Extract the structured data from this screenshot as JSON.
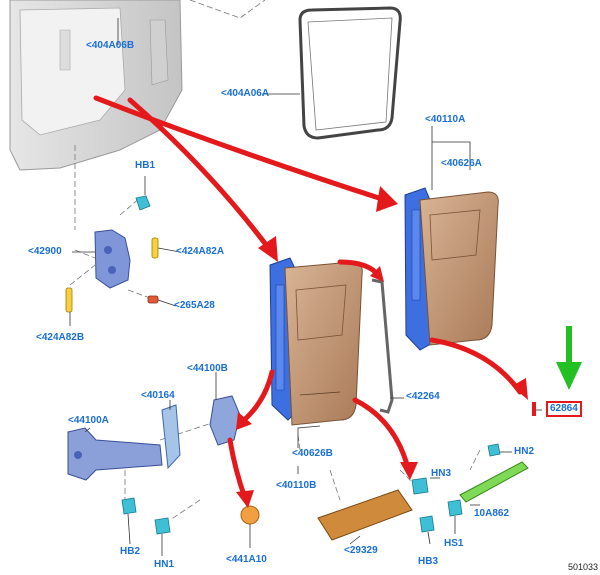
{
  "figure_id": "501033",
  "callouts": {
    "c404A06B": "<404A06B",
    "c404A06A": "<404A06A",
    "c40110A_top": "<40110A",
    "c40626A": "<40626A",
    "cHB1": "HB1",
    "c42900": "<42900",
    "c424A82A": "<424A82A",
    "c424A82B": "<424A82B",
    "c265A28": "<265A28",
    "c44100B": "<44100B",
    "c40164": "<40164",
    "c44100A": "<44100A",
    "cHB2": "HB2",
    "cHN1": "HN1",
    "c441A10": "<441A10",
    "c40626B": "<40626B",
    "c40110B": "<40110B",
    "c42264": "<42264",
    "c62864": "62864",
    "cHN2": "HN2",
    "cHN3": "HN3",
    "c10A862": "10A862",
    "cHS1": "HS1",
    "cHB3": "HB3",
    "c29329": "<29329"
  },
  "colors": {
    "label_blue": "#1a6fd6",
    "arrow_red": "#e4191c",
    "indicator_green": "#22c022",
    "door_tan": "#c9a07e",
    "frame_blue": "#3d6fe0",
    "gasket_tan": "#d08a3c",
    "fastener_cyan": "#3fbfd6",
    "bumper_orange": "#f0a040",
    "strip_green": "#7ed957"
  }
}
